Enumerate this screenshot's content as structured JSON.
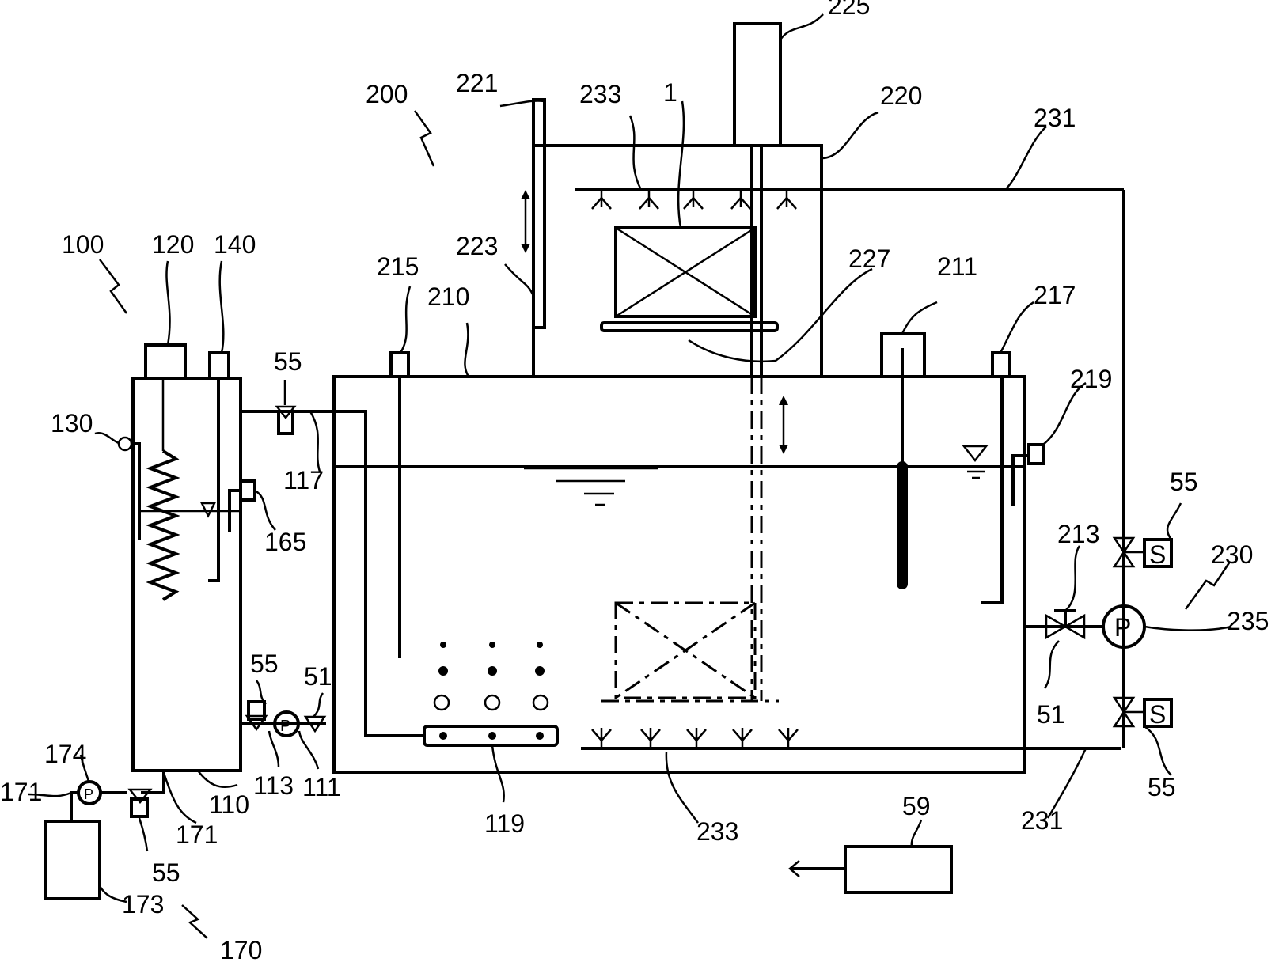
{
  "figure": {
    "labels": {
      "l100": "100",
      "l120": "120",
      "l140": "140",
      "l130": "130",
      "l165": "165",
      "l55a": "55",
      "l117": "117",
      "l55b": "55",
      "l51a": "51",
      "l113": "113",
      "l111": "111",
      "l110": "110",
      "l171a": "171",
      "l171b": "171",
      "l174": "174",
      "l55c": "55",
      "l173": "173",
      "l170": "170",
      "l200": "200",
      "l221": "221",
      "l233a": "233",
      "l1": "1",
      "l220": "220",
      "l225": "225",
      "l231a": "231",
      "l223": "223",
      "l227": "227",
      "l215": "215",
      "l210": "210",
      "l211": "211",
      "l217": "217",
      "l219": "219",
      "l55d": "55",
      "l213": "213",
      "l230": "230",
      "l235": "235",
      "l51b": "51",
      "l55e": "55",
      "l231b": "231",
      "l119": "119",
      "l233b": "233",
      "l59": "59"
    },
    "symbols": {
      "pump_left": "P",
      "pump_right": "P",
      "pump_small": "P",
      "solenoid_top": "S",
      "solenoid_bottom": "S"
    }
  }
}
